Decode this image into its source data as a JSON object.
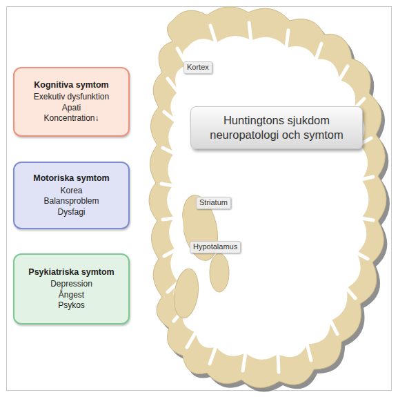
{
  "diagram": {
    "nodes": [
      {
        "text": [
          "Kognitiva symtom",
          "Exekutiv dysfunktion",
          "Apati",
          "Koncentration↓"
        ]
      },
      {
        "text": [
          "Motoriska symtom",
          "Korea",
          "Balansproblem",
          "Dysfagi"
        ]
      },
      {
        "text": [
          "Psykiatriska symtom",
          "Depression",
          "Ångest",
          "Psykos"
        ]
      },
      {
        "text": [
          "Kortex"
        ]
      },
      {
        "text": [
          "Huntingtons sjukdom neuropatologi och symtom"
        ]
      },
      {
        "text": [
          "Striatum"
        ]
      },
      {
        "text": [
          "Hypotalamus"
        ]
      }
    ]
  }
}
